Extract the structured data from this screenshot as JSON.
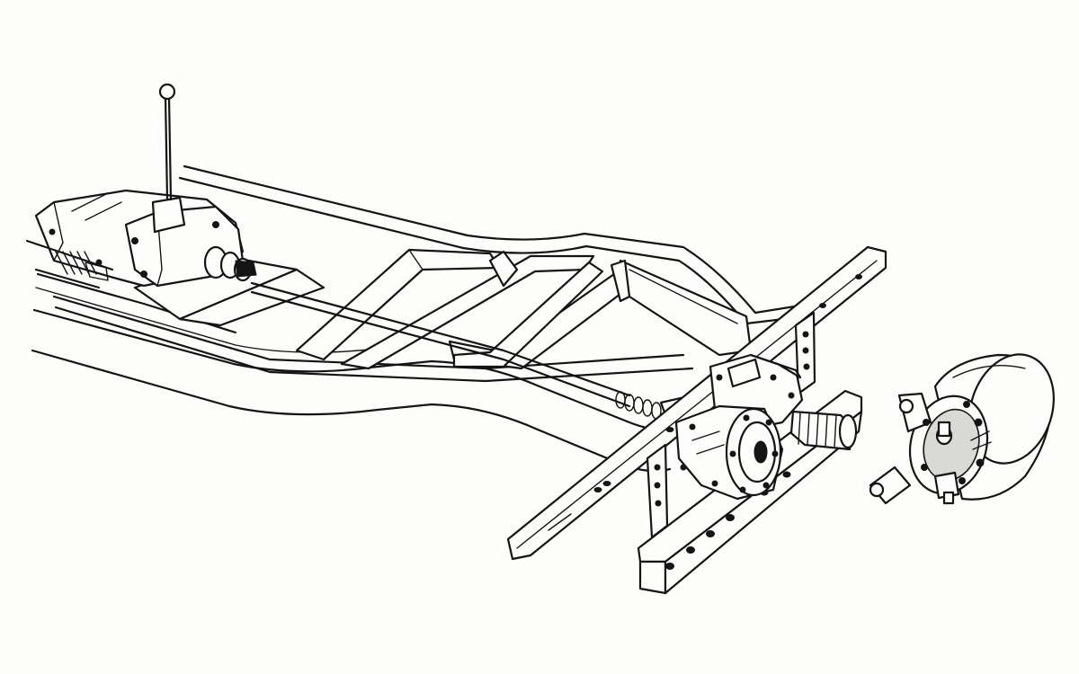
{
  "illustration": {
    "parts": [
      "chassis-frame",
      "transmission",
      "gear-shift-lever",
      "drive-shaft",
      "rear-crossmember",
      "mounting-bracket",
      "splined-output-shaft",
      "power-take-off-gearbox",
      "hydraulic-pump"
    ],
    "colors": {
      "line": "#141414",
      "paper": "#fdfdfc",
      "shade": "#d9d9d6"
    }
  }
}
